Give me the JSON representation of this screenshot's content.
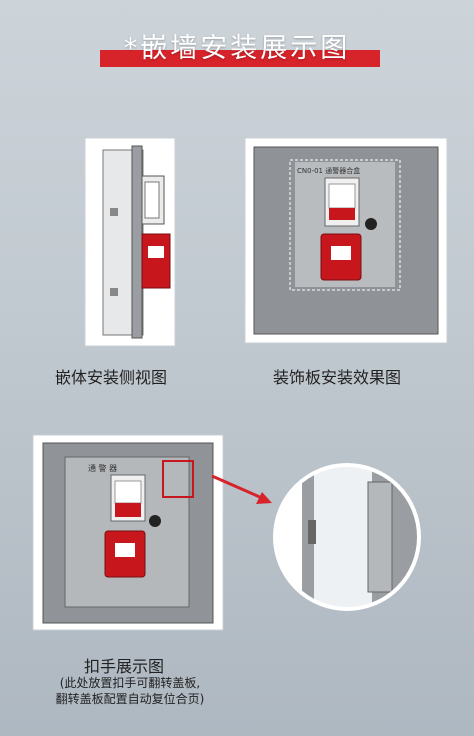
{
  "header": {
    "title": "*嵌墙安装展示图"
  },
  "panels": {
    "side_view": {
      "caption": "嵌体安装侧视图"
    },
    "front_view": {
      "caption": "装饰板安装效果图",
      "device_label": "CN0-01 通警器合盒"
    },
    "handle_view": {
      "caption": "扣手展示图",
      "note_line1": "(此处放置扣手可翻转盖板,",
      "note_line2": "翻转盖板配置自动复位合页)",
      "device_label": "通 警 器"
    }
  },
  "colors": {
    "banner": "#d7232a",
    "alarm": "#c8161d",
    "arrow": "#d7232a"
  }
}
